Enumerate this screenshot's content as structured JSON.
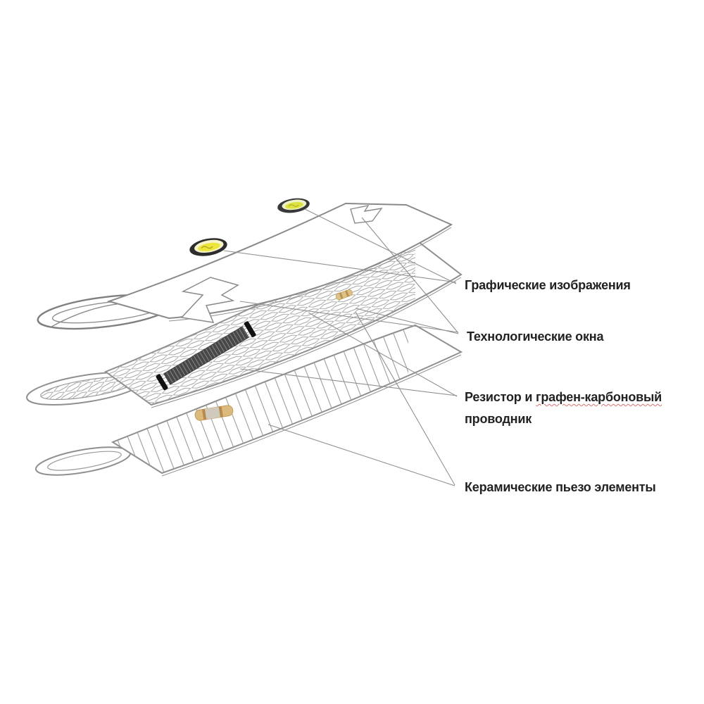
{
  "diagram": {
    "type": "exploded-layer-technical-diagram",
    "subject": "layered ski construction with embedded electronics"
  },
  "colors": {
    "background": "#ffffff",
    "text": "#222222",
    "line": "#8f8f8f",
    "spell": "#e07070",
    "badge_ring": "#2d2d2d",
    "badge_fill": "#ece63d",
    "strip_dark": "#474747",
    "resistor_tan": "#dcb97c"
  },
  "labels": {
    "graphic_images": "Графические изображения",
    "tech_windows": "Технологические окна",
    "resistor_line1_a": "Резистор и",
    "resistor_line1_b": "графен-карбоновый",
    "resistor_line2": "проводник",
    "piezo": "Керамические пьезо элементы"
  },
  "icons": {
    "logo_badge_top": "gold-oval-logo",
    "logo_badge_mid": "gold-oval-logo",
    "resistor_large": "axial-resistor",
    "resistor_small": "axial-resistor",
    "piezo_strip_large": "hatched-piezo-strip",
    "piezo_strip_small": "hatched-piezo-strip"
  }
}
